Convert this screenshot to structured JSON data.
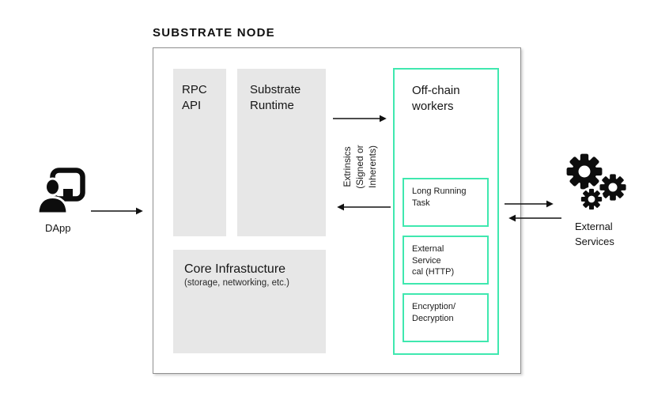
{
  "colors": {
    "accent_teal": "#3fe8af",
    "box_gray": "#e7e7e7",
    "node_border_gray": "#8f8f8f",
    "text": "#141414"
  },
  "node": {
    "title": "SUBSTRATE NODE",
    "rpc_box_label": "RPC\nAPI",
    "runtime_box_label": "Substrate\nRuntime",
    "core_box": {
      "title": "Core Infrastucture",
      "subtitle": "(storage, networking, etc.)"
    }
  },
  "offchain": {
    "title": "Off-chain\nworkers",
    "workers": [
      {
        "label": "Long Running\nTask"
      },
      {
        "label": "External\nService\ncal (HTTP)"
      },
      {
        "label": "Encryption/\nDecryption"
      }
    ]
  },
  "labels": {
    "extrinsics": "Extrinsics\n(Signed or\nInherents)",
    "dapp": "DApp",
    "external_services": "External\nServices"
  },
  "icons": {
    "dapp": "person-with-tablet-icon",
    "external_services": "gears-icon"
  }
}
